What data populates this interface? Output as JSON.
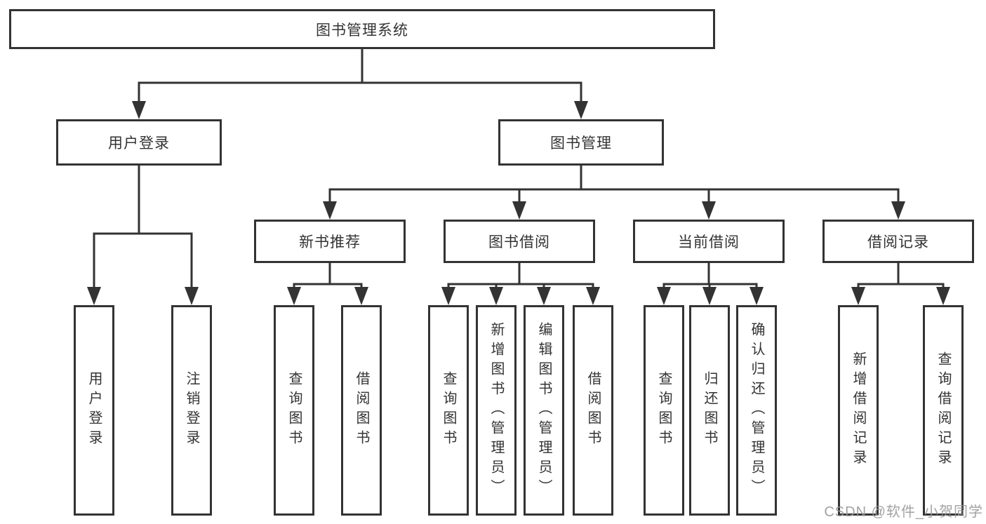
{
  "diagram": {
    "root": {
      "label": "图书管理系统"
    },
    "user_login": {
      "label": "用户登录",
      "children": [
        {
          "label": "用户登录"
        },
        {
          "label": "注销登录"
        }
      ]
    },
    "book_management": {
      "label": "图书管理",
      "groups": [
        {
          "label": "新书推荐",
          "children": [
            {
              "label": "查询图书"
            },
            {
              "label": "借阅图书"
            }
          ]
        },
        {
          "label": "图书借阅",
          "children": [
            {
              "label": "查询图书"
            },
            {
              "label": "新增图书（管理员）"
            },
            {
              "label": "编辑图书（管理员）"
            },
            {
              "label": "借阅图书"
            }
          ]
        },
        {
          "label": "当前借阅",
          "children": [
            {
              "label": "查询图书"
            },
            {
              "label": "归还图书"
            },
            {
              "label": "确认归还（管理员）"
            }
          ]
        },
        {
          "label": "借阅记录",
          "children": [
            {
              "label": "新增借阅记录"
            },
            {
              "label": "查询借阅记录"
            }
          ]
        }
      ]
    }
  },
  "watermark": {
    "text": "CSDN @软件_小贺同学"
  },
  "colors": {
    "line": "#333333",
    "text": "#333333",
    "watermark": "#989898",
    "background": "#ffffff"
  }
}
